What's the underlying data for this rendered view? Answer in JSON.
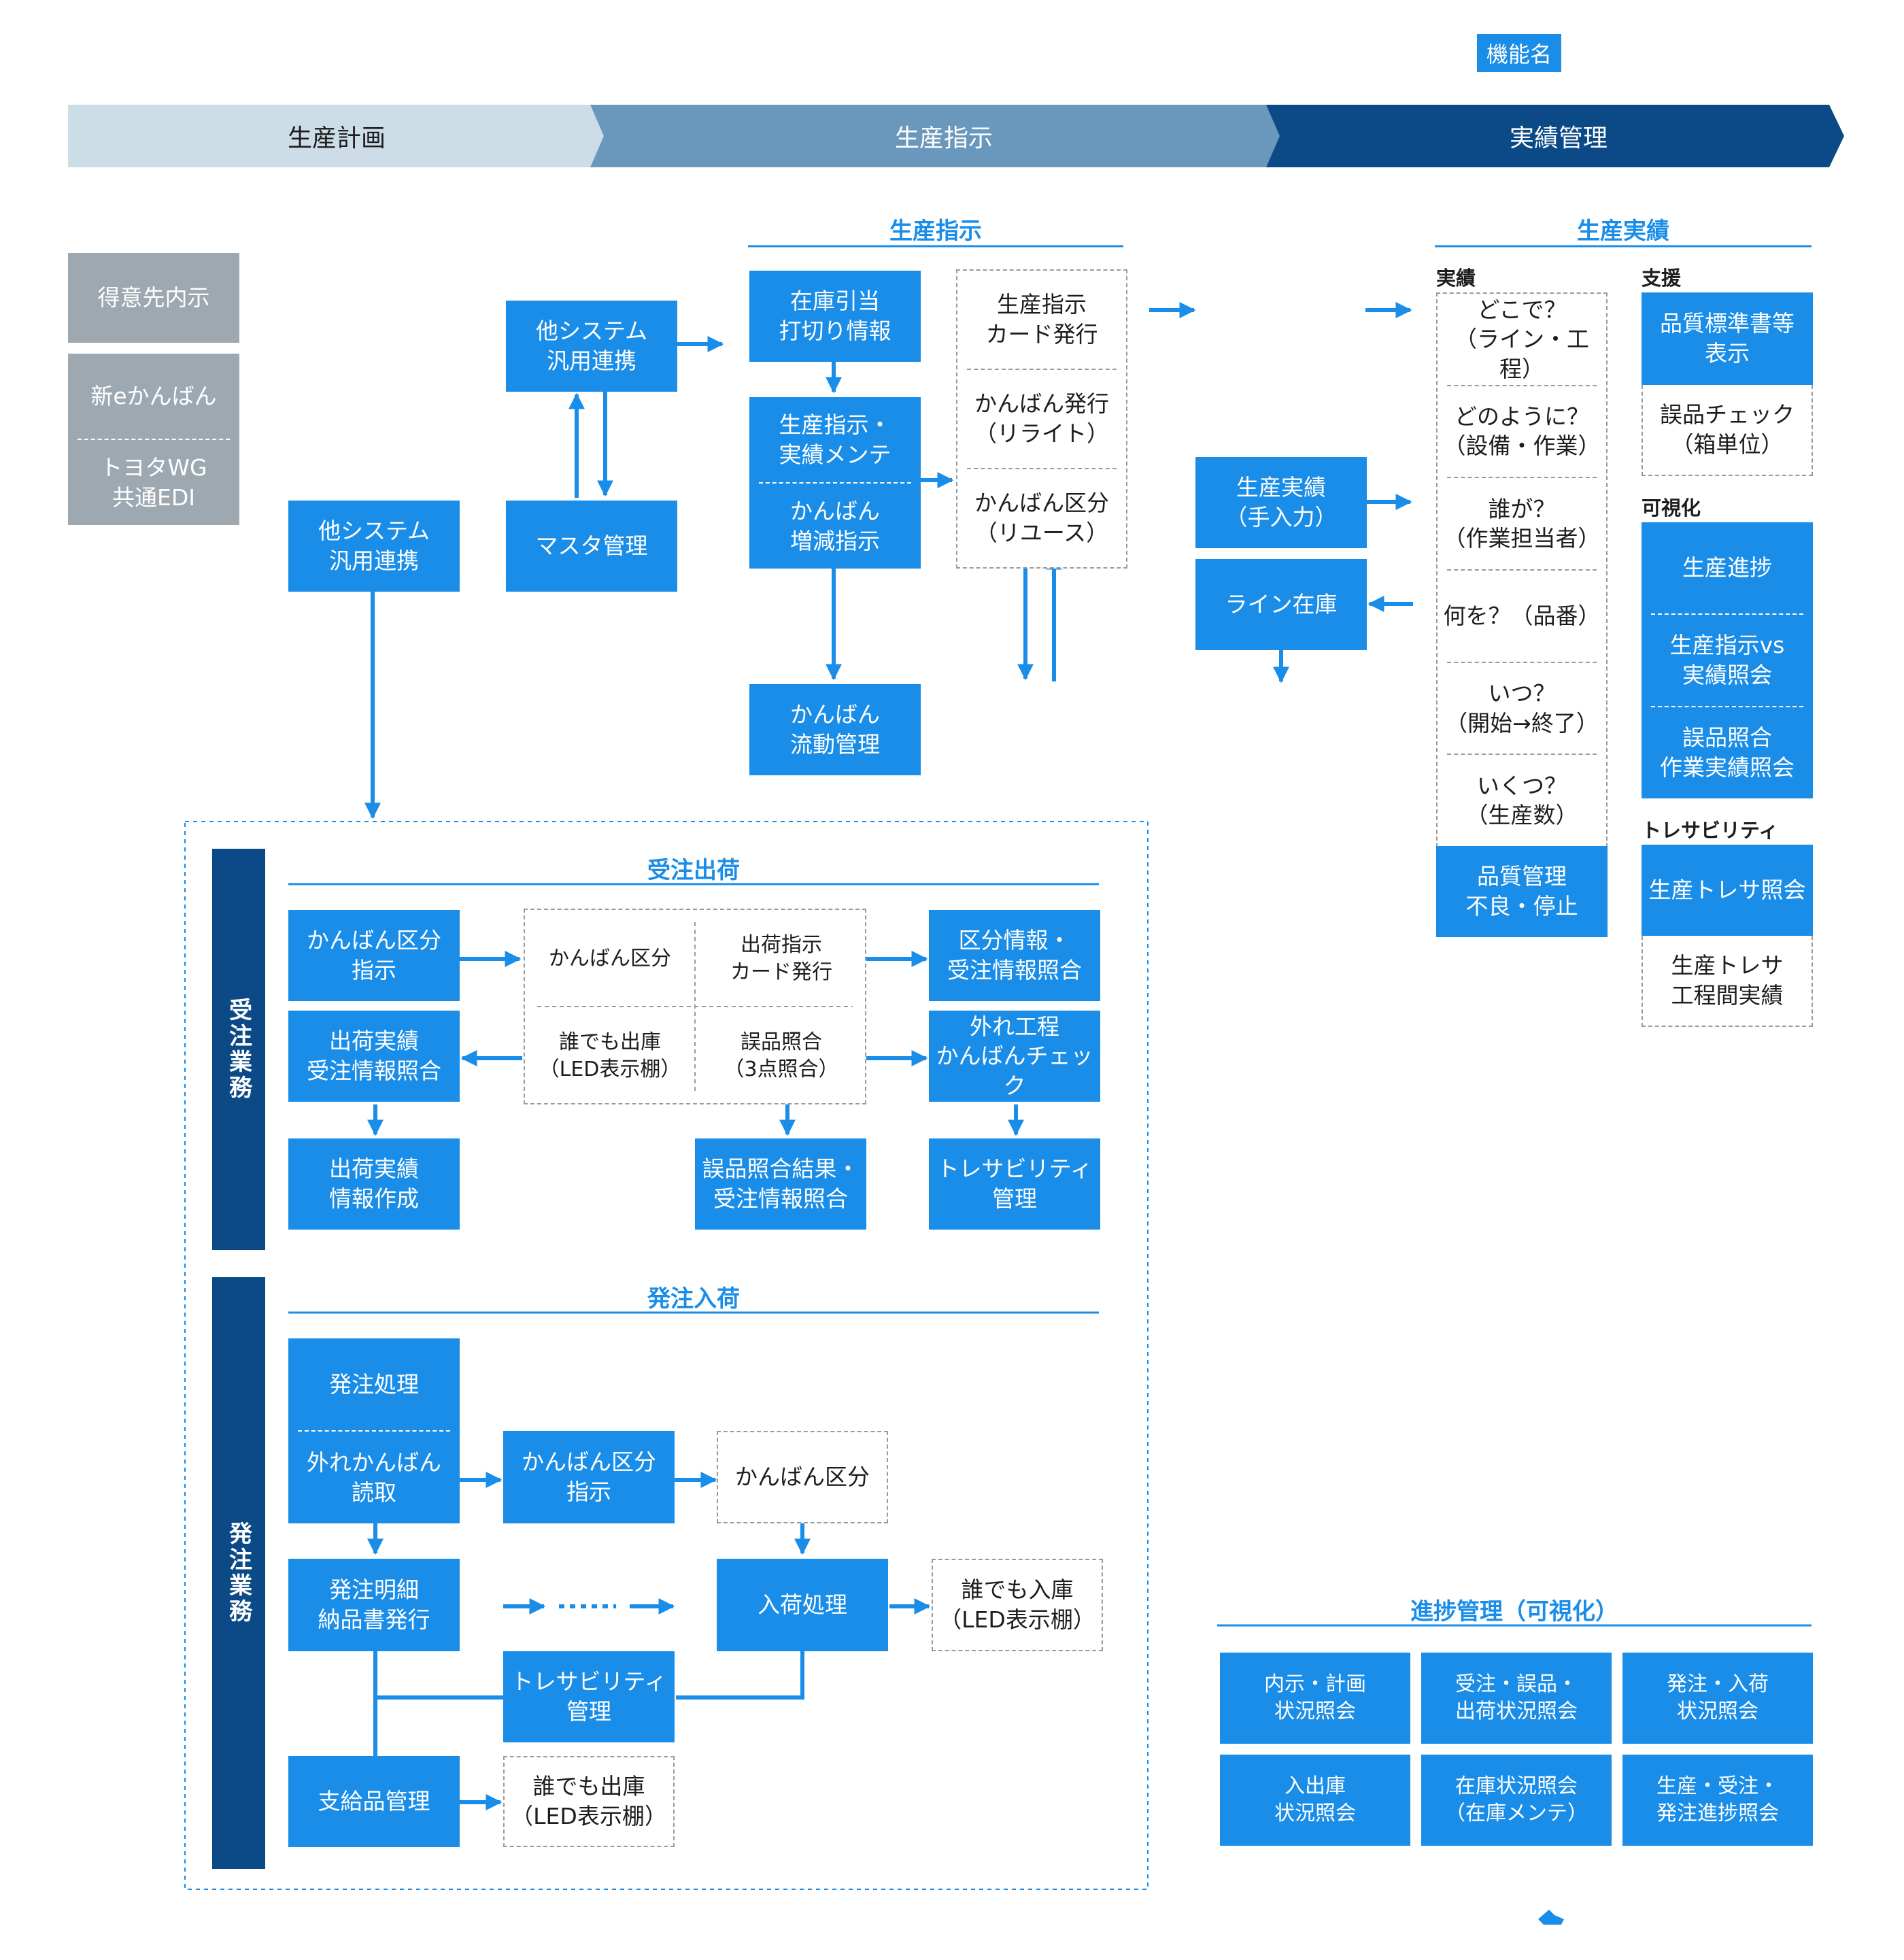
{
  "legend": {
    "label": "機能名"
  },
  "phases": [
    "生産計画",
    "生産指示",
    "実績管理"
  ],
  "colors": {
    "primary": "#1a8de8",
    "dark": "#0c4a87",
    "grey": "#9da8b1",
    "phase_light": "#cddde8",
    "phase_mid": "#6a97bc"
  },
  "sources": {
    "customer": "得意先内示",
    "kanban": "新eかんばん",
    "edi": "トヨタWG\n共通EDI"
  },
  "left": {
    "other_system_upper": "他システム\n汎用連携",
    "master": "マスタ管理",
    "other_system_lower": "他システム\n汎用連携"
  },
  "instruction": {
    "title": "生産指示",
    "stock_cutoff": "在庫引当\n打切り情報",
    "maint": "生産指示・\n実績メンテ",
    "kanban_change": "かんばん\n増減指示",
    "kanban_flow": "かんばん\n流動管理",
    "card_issue": "生産指示\nカード発行",
    "kanban_rewrite": "かんばん発行\n（リライト）",
    "kanban_reuse": "かんばん区分\n（リユース）"
  },
  "middle": {
    "manual_input": "生産実績\n（手入力）",
    "line_stock": "ライン在庫"
  },
  "results": {
    "title": "生産実績",
    "col_actual": "実績",
    "items": [
      "どこで？\n（ライン・工程）",
      "どのように？\n（設備・作業）",
      "誰が？\n（作業担当者）",
      "何を？（品番）",
      "いつ？\n（開始→終了）",
      "いくつ？\n（生産数）"
    ],
    "quality": "品質管理\n不良・停止",
    "col_support": "支援",
    "support_standard": "品質標準書等\n表示",
    "support_check": "誤品チェック\n（箱単位）",
    "col_visual": "可視化",
    "visual_items": [
      "生産進捗",
      "生産指示vs\n実績照会",
      "誤品照合\n作業実績照会"
    ],
    "col_trace": "トレサビリティ",
    "trace_query": "生産トレサ照会",
    "trace_process": "生産トレサ\n工程間実績"
  },
  "orders": {
    "label": "受注業務",
    "title": "受注出荷",
    "kanban_instr": "かんばん区分\n指示",
    "grid_kanban": "かんばん区分",
    "grid_card": "出荷指示\nカード発行",
    "grid_anyone": "誰でも出庫\n（LED表示棚）",
    "grid_check": "誤品照合\n（3点照合）",
    "info_query": "区分情報・\n受注情報照合",
    "ship_query": "出荷実績\n受注情報照合",
    "out_process": "外れ工程\nかんばんチェック",
    "ship_info": "出荷実績\n情報作成",
    "check_result": "誤品照合結果・\n受注情報照合",
    "trace": "トレサビリティ\n管理"
  },
  "purchase": {
    "label": "発注業務",
    "title": "発注入荷",
    "process": "発注処理",
    "out_read": "外れかんばん\n読取",
    "kanban_instr": "かんばん区分\n指示",
    "kanban_div": "かんばん区分",
    "detail": "発注明細\n納品書発行",
    "receive": "入荷処理",
    "anyone_in": "誰でも入庫\n（LED表示棚）",
    "trace": "トレサビリティ\n管理",
    "supply": "支給品管理",
    "anyone_out": "誰でも出庫\n（LED表示棚）"
  },
  "progress": {
    "title": "進捗管理（可視化）",
    "items": [
      "内示・計画\n状況照会",
      "受注・誤品・\n出荷状況照会",
      "発注・入荷\n状況照会",
      "入出庫\n状況照会",
      "在庫状況照会\n（在庫メンテ）",
      "生産・受注・\n発注進捗照会"
    ]
  }
}
